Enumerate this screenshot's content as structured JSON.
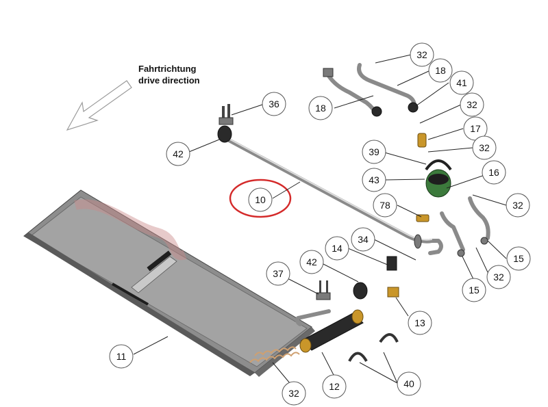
{
  "direction_label": {
    "line1": "Fahrtrichtung",
    "line2": "drive direction"
  },
  "highlight_color": "#d42a2a",
  "highlighted_part": "10",
  "callouts": [
    {
      "id": "c32a",
      "label": "32"
    },
    {
      "id": "c18a",
      "label": "18"
    },
    {
      "id": "c41",
      "label": "41"
    },
    {
      "id": "c32b",
      "label": "32"
    },
    {
      "id": "c36",
      "label": "36"
    },
    {
      "id": "c18b",
      "label": "18"
    },
    {
      "id": "c17",
      "label": "17"
    },
    {
      "id": "c32c",
      "label": "32"
    },
    {
      "id": "c42a",
      "label": "42"
    },
    {
      "id": "c39",
      "label": "39"
    },
    {
      "id": "c16",
      "label": "16"
    },
    {
      "id": "c43",
      "label": "43"
    },
    {
      "id": "c10",
      "label": "10"
    },
    {
      "id": "c32d",
      "label": "32"
    },
    {
      "id": "c78",
      "label": "78"
    },
    {
      "id": "c34",
      "label": "34"
    },
    {
      "id": "c14",
      "label": "14"
    },
    {
      "id": "c15a",
      "label": "15"
    },
    {
      "id": "c42b",
      "label": "42"
    },
    {
      "id": "c37",
      "label": "37"
    },
    {
      "id": "c32e",
      "label": "32"
    },
    {
      "id": "c15b",
      "label": "15"
    },
    {
      "id": "c13",
      "label": "13"
    },
    {
      "id": "c11",
      "label": "11"
    },
    {
      "id": "c40",
      "label": "40"
    },
    {
      "id": "c12",
      "label": "12"
    },
    {
      "id": "c32f",
      "label": "32"
    }
  ]
}
